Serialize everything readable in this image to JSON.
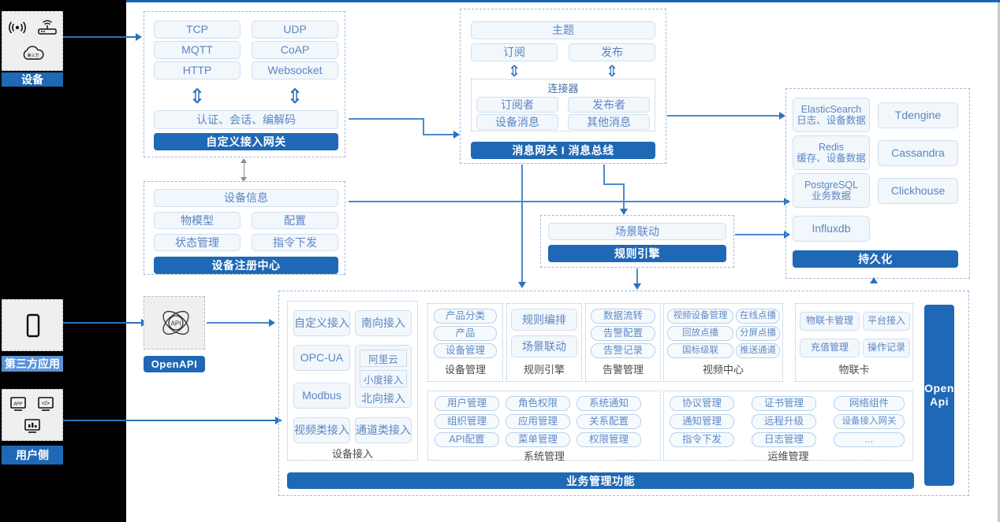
{
  "rail": {
    "device": {
      "label": "设备",
      "icons": [
        "wifi-signal-icon",
        "router-icon",
        "cloud-icon"
      ]
    },
    "third_party": {
      "label": "第三方应用",
      "icons": [
        "mobile-phone-icon"
      ]
    },
    "user_side": {
      "label": "用户侧",
      "icons": [
        "app-window-icon",
        "code-window-icon",
        "dashboard-chart-icon"
      ]
    }
  },
  "gateway": {
    "protocols": [
      "TCP",
      "UDP",
      "MQTT",
      "CoAP",
      "HTTP",
      "Websocket"
    ],
    "middle": "认证、会话、编解码",
    "title": "自定义接入网关"
  },
  "message": {
    "topic": "主题",
    "subscribe": "订阅",
    "publish": "发布",
    "connector_title": "连接器",
    "connector_items": [
      "订阅者",
      "发布者",
      "设备消息",
      "其他消息"
    ],
    "title": "消息网关 I 消息总线"
  },
  "registry": {
    "info": "设备信息",
    "items": [
      "物模型",
      "配置",
      "状态管理",
      "指令下发"
    ],
    "title": "设备注册中心"
  },
  "rule": {
    "scene": "场景联动",
    "title": "规则引擎"
  },
  "persistence": {
    "stores": [
      {
        "name": "ElasticSearch",
        "desc": "日志、设备数据"
      },
      {
        "name": "Tdengine",
        "desc": ""
      },
      {
        "name": "Redis",
        "desc": "缓存、设备数据"
      },
      {
        "name": "Cassandra",
        "desc": ""
      },
      {
        "name": "PostgreSQL",
        "desc": "业务数据"
      },
      {
        "name": "Clickhouse",
        "desc": ""
      },
      {
        "name": "Influxdb",
        "desc": ""
      }
    ],
    "title": "持久化"
  },
  "openapi": {
    "badge": "OpenAPI",
    "icon": "api-atom-icon",
    "side_bar": "Open\nApi"
  },
  "business": {
    "title": "业务管理功能",
    "device_access": {
      "label": "设备接入",
      "items": [
        "自定义接入",
        "南向接入",
        "OPC-UA",
        "Modbus",
        "视频类接入",
        "通道类接入"
      ],
      "northbound": {
        "label": "北向接入",
        "children": [
          "阿里云",
          "小度接入"
        ]
      }
    },
    "groups": [
      {
        "label": "设备管理",
        "items": [
          "产品分类",
          "产品",
          "设备管理"
        ]
      },
      {
        "label": "规则引擎",
        "items": [
          "规则编排",
          "场景联动"
        ]
      },
      {
        "label": "告警管理",
        "items": [
          "数据流转",
          "告警配置",
          "告警记录"
        ]
      },
      {
        "label": "视频中心",
        "items": [
          "视频设备管理",
          "在线点播",
          "回放点播",
          "分屏点播",
          "国标级联",
          "推送通道"
        ]
      },
      {
        "label": "物联卡",
        "items": [
          "物联卡管理",
          "平台接入",
          "充值管理",
          "操作记录"
        ]
      },
      {
        "label": "系统管理",
        "items": [
          "用户管理",
          "角色权限",
          "系统通知",
          "组织管理",
          "应用管理",
          "关系配置",
          "API配置",
          "菜单管理",
          "权限管理"
        ]
      },
      {
        "label": "运维管理",
        "items": [
          "协议管理",
          "证书管理",
          "网络组件",
          "通知管理",
          "远程升级",
          "设备接入网关",
          "指令下发",
          "日志管理",
          "..."
        ]
      }
    ]
  },
  "colors": {
    "accent": "#1f68b5",
    "chip_text": "#5b86c4",
    "chip_bg": "#f2f7fb",
    "dashed_border": "#9fbbd8",
    "line": "#2a72bd",
    "rail_light": "#5a93d6"
  }
}
